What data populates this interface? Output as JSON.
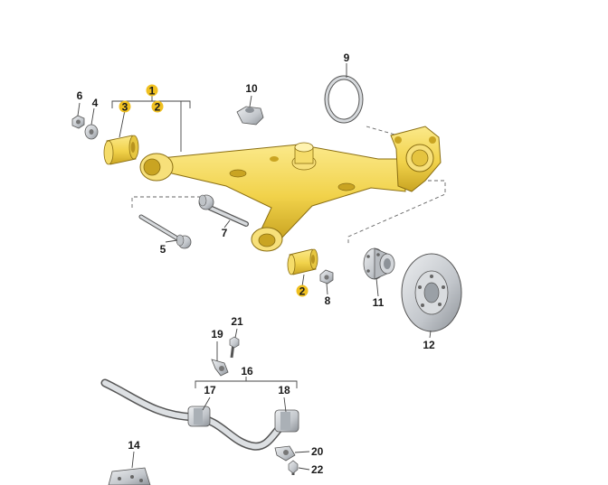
{
  "callouts": {
    "c1": "1",
    "c2a": "2",
    "c2b": "2",
    "c3": "3",
    "c4": "4",
    "c5": "5",
    "c6": "6",
    "c7": "7",
    "c8": "8",
    "c9": "9",
    "c10": "10",
    "c11": "11",
    "c12": "12",
    "c14": "14",
    "c16": "16",
    "c17": "17",
    "c18": "18",
    "c19": "19",
    "c20": "20",
    "c21": "21",
    "c22": "22"
  },
  "colors": {
    "part_yellow": "#f1d24a",
    "part_yellow_dark": "#c9a422",
    "badge_yellow": "#f0c020",
    "metal_grey": "#c9ccd0",
    "metal_dark": "#7f848a",
    "line": "#555555"
  }
}
